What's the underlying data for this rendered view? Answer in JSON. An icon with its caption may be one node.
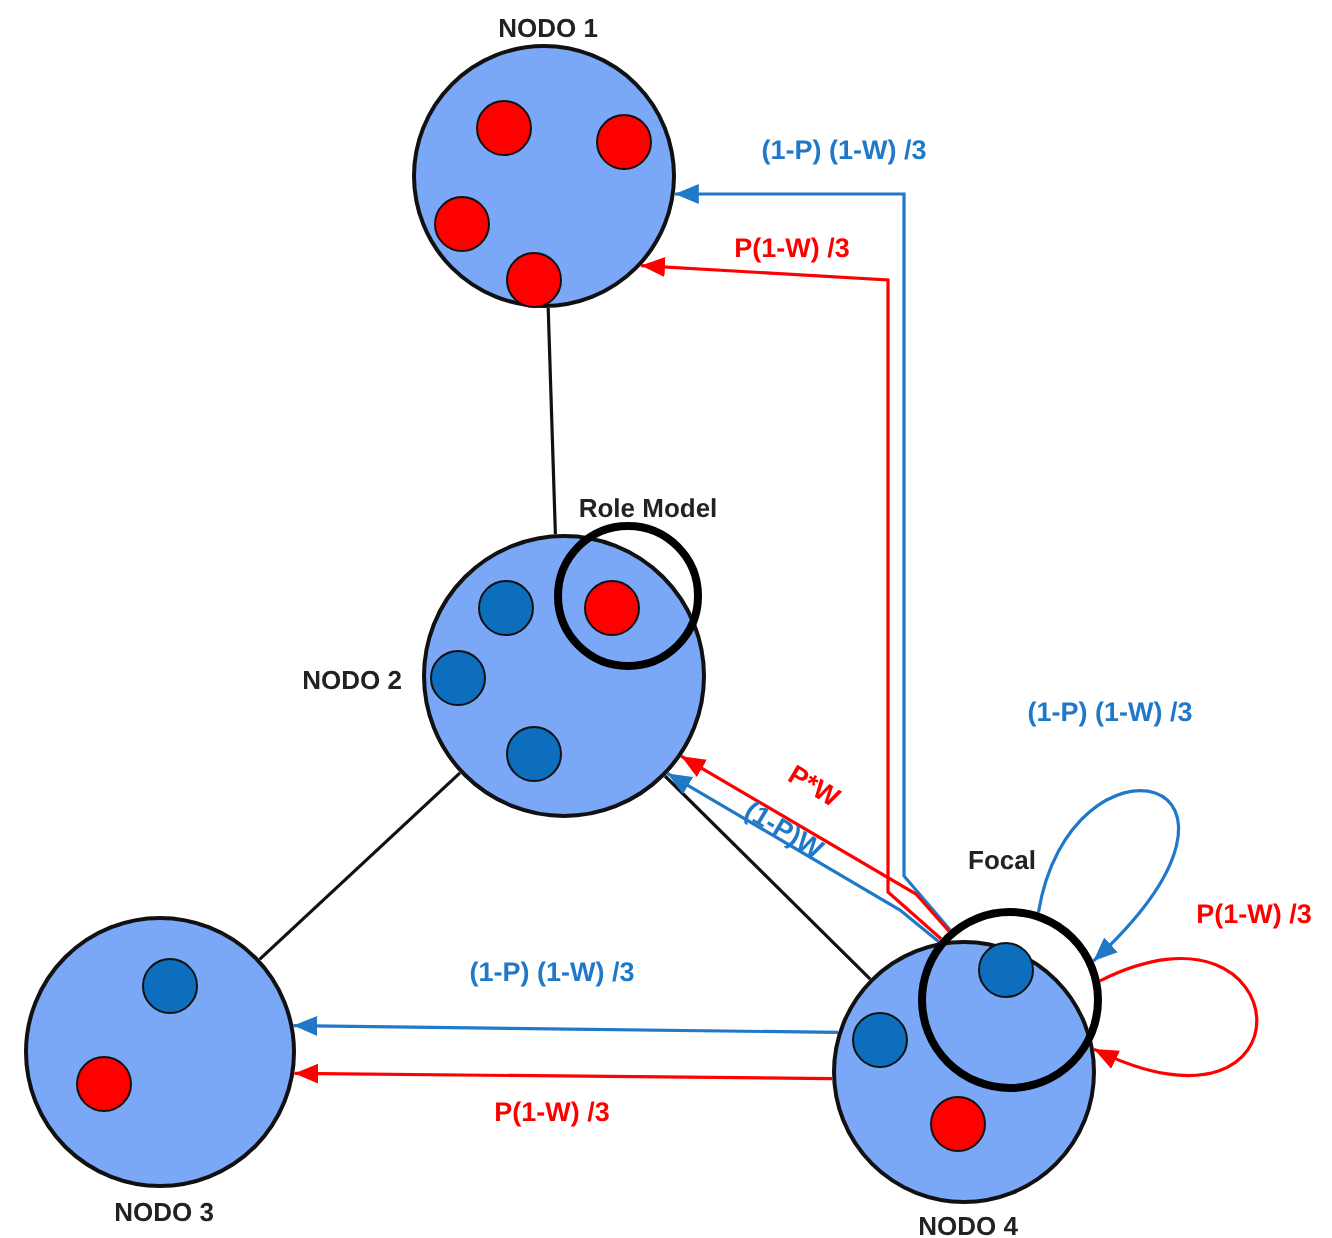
{
  "diagram": {
    "nodes": [
      {
        "text": [
          "NODO 1"
        ]
      },
      {
        "text": [
          "NODO 2"
        ]
      },
      {
        "text": [
          "NODO 3"
        ]
      },
      {
        "text": [
          "NODO 4"
        ]
      },
      {
        "text": [
          "Role Model"
        ]
      },
      {
        "text": [
          "Focal"
        ]
      }
    ],
    "edges": [
      {
        "from": 0,
        "to": 1,
        "arrow": "none",
        "color": "#111111"
      },
      {
        "from": 1,
        "to": 2,
        "arrow": "none",
        "color": "#111111"
      },
      {
        "from": 1,
        "to": 3,
        "arrow": "none",
        "color": "#111111"
      },
      {
        "from": 5,
        "to": 0,
        "arrow": "to",
        "label": "(1-P) (1-W) /3",
        "color": "#1f78c8"
      },
      {
        "from": 5,
        "to": 0,
        "arrow": "to",
        "label": "P(1-W) /3",
        "color": "#ff0000"
      },
      {
        "from": 5,
        "to": 1,
        "arrow": "to",
        "label": "P*W",
        "color": "#ff0000"
      },
      {
        "from": 5,
        "to": 1,
        "arrow": "to",
        "label": "(1-P)W",
        "color": "#1f78c8"
      },
      {
        "from": 5,
        "to": 5,
        "arrow": "to",
        "label": "(1-P) (1-W) /3",
        "color": "#1f78c8"
      },
      {
        "from": 5,
        "to": 3,
        "arrow": "to",
        "label": "P(1-W) /3",
        "color": "#ff0000"
      },
      {
        "from": 3,
        "to": 2,
        "arrow": "to",
        "label": "(1-P) (1-W) /3",
        "color": "#1f78c8"
      },
      {
        "from": 3,
        "to": 2,
        "arrow": "to",
        "label": "P(1-W) /3",
        "color": "#ff0000"
      }
    ]
  }
}
